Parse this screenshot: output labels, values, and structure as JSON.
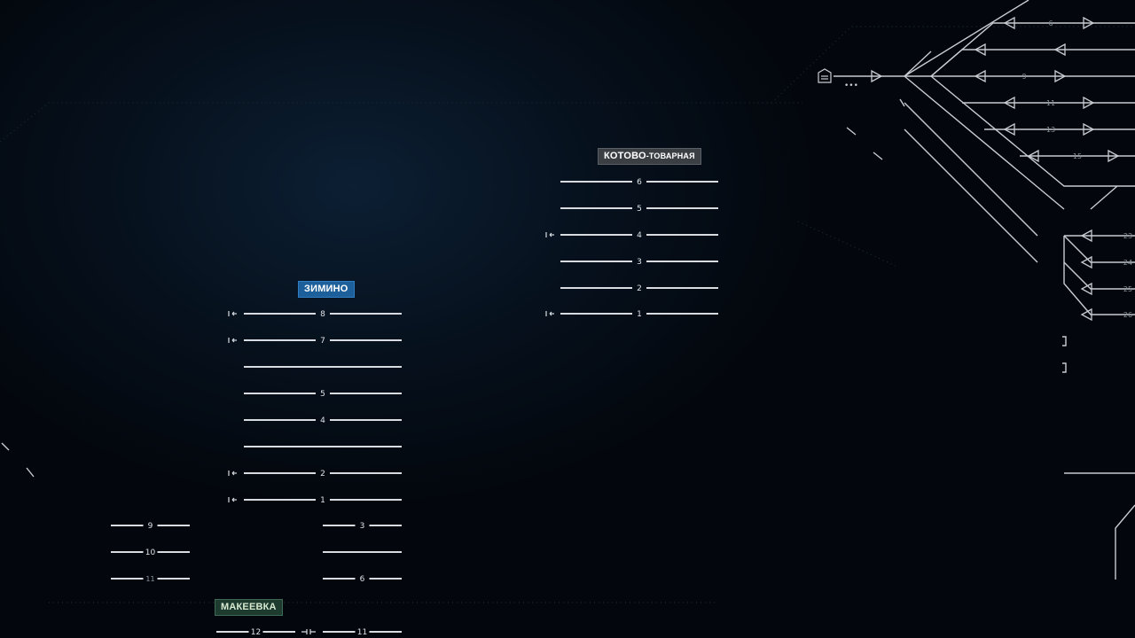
{
  "stations": {
    "zimino": {
      "name": "ЗИМИНО",
      "tracks": [
        "8",
        "7",
        "5",
        "4",
        "2",
        "1"
      ]
    },
    "kotovo": {
      "name": "КОТОВО",
      "suffix": "-ТОВАРНАЯ",
      "tracks": [
        "6",
        "5",
        "4",
        "3",
        "2",
        "1"
      ]
    },
    "makeevka": {
      "name": "МАКЕЕВКА",
      "tracks": [
        "12",
        "11"
      ]
    },
    "left_yard": {
      "tracks": [
        "9",
        "10",
        "11"
      ]
    },
    "mid_yard": {
      "tracks": [
        "3",
        "6"
      ]
    },
    "right_yard": {
      "tracks": [
        "6",
        "9",
        "11",
        "13",
        "15",
        "23",
        "24",
        "25",
        "26"
      ]
    }
  },
  "colors": {
    "track": "#d8dce0",
    "zimino_label": "#1c5f9a",
    "kotovo_label": "#3b3f44",
    "makeevka_label": "#1e3b2f"
  },
  "icons": [
    "buffer-stop-icon",
    "station-house-icon",
    "signal-triangle-icon",
    "more-dots-icon"
  ],
  "misc": {
    "more": "•••"
  }
}
